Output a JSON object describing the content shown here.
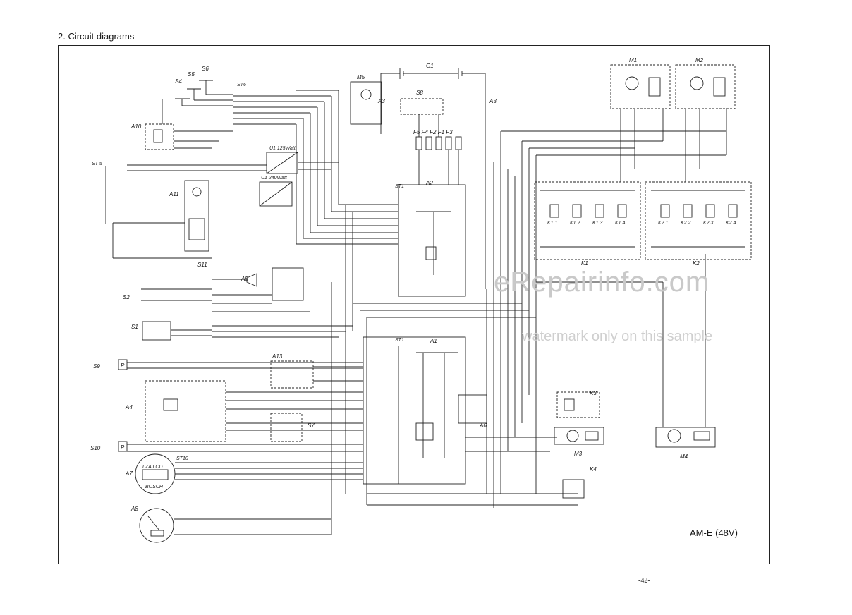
{
  "heading": "2.  Circuit diagrams",
  "model": "AM-E (48V)",
  "page_number": "-42-",
  "watermark": {
    "main": "eRepairinfo.com",
    "sub": "watermark only on this sample"
  },
  "components": {
    "M1": "M1",
    "M2": "M2",
    "M3": "M3",
    "M4": "M4",
    "M5": "M5",
    "G1": "G1",
    "S4": "S4",
    "S5": "S5",
    "S6": "S6",
    "S8": "S8",
    "A10": "A10",
    "A11": "A11",
    "A2": "A2",
    "A1": "A1",
    "A6": "A6",
    "A5": "A5",
    "A13": "A13",
    "A4": "A4",
    "A7": "A7",
    "A8": "A8",
    "S11": "S11",
    "S2": "S2",
    "S1": "S1",
    "S9": "S9",
    "S10": "S10",
    "S7": "S7",
    "K1": "K1",
    "K2": "K2",
    "K3": "K3",
    "K4": "K4",
    "A3L": "A3",
    "A3R": "A3",
    "U1a": "U1 125Watt",
    "U1b": "U1 240Watt",
    "ST5": "ST 5",
    "ST6": "ST6",
    "ST1": "ST1",
    "ST10": "ST10",
    "F": "F5 F4  F2 F1 F3",
    "K1relays": [
      "K1.1",
      "K1.2",
      "K1.3",
      "K1.4"
    ],
    "K2relays": [
      "K2.1",
      "K2.2",
      "K2.3",
      "K2.4"
    ],
    "LZA": "LZA  LCD",
    "BOSCH": "BOSCH",
    "P9": "P",
    "P10": "P"
  }
}
